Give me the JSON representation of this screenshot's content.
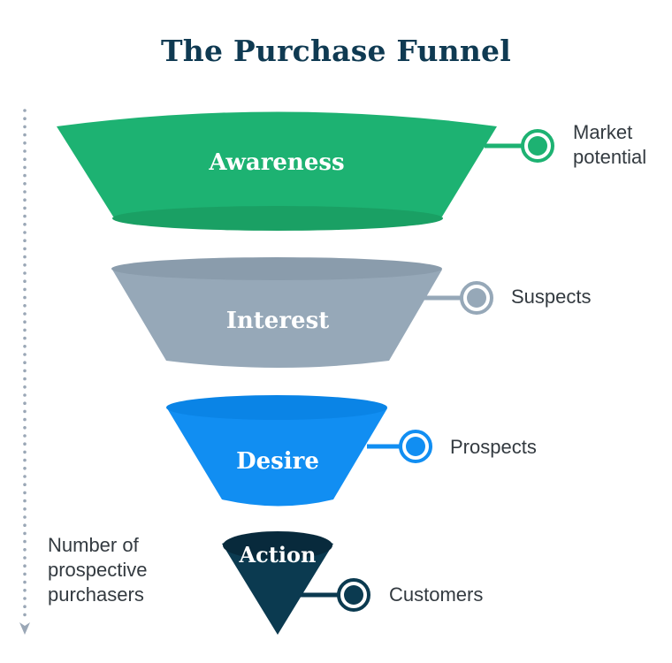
{
  "title": "The Purchase Funnel",
  "axis": {
    "label_lines": [
      "Number of",
      "prospective",
      "purchasers"
    ],
    "direction": "down",
    "color": "#9aa7b6"
  },
  "stages": [
    {
      "name": "Awareness",
      "side_label_lines": [
        "Market",
        "potential"
      ],
      "color": "#1db272",
      "rim_color": "#1fa86b",
      "bottom_shade": "#1aa064"
    },
    {
      "name": "Interest",
      "side_label_lines": [
        "Suspects"
      ],
      "color": "#96a8b8",
      "rim_color": "#8a9cac",
      "bottom_shade": "#8b9dad"
    },
    {
      "name": "Desire",
      "side_label_lines": [
        "Prospects"
      ],
      "color": "#118ef2",
      "rim_color": "#0a84e6",
      "bottom_shade": "#0d86e8"
    },
    {
      "name": "Action",
      "side_label_lines": [
        "Customers"
      ],
      "color": "#0b3a50",
      "rim_color": "#082a3c",
      "bottom_shade": "#0b3a50"
    }
  ]
}
